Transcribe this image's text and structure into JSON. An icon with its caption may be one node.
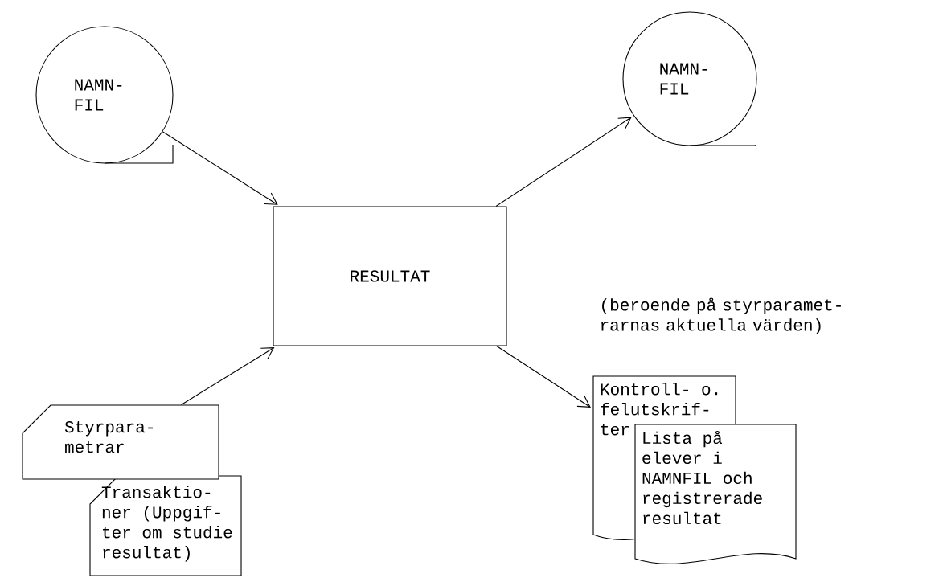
{
  "diagram": {
    "nodes": [
      {
        "text": [
          "NAMN- FIL"
        ]
      },
      {
        "text": [
          "RESULTAT"
        ]
      },
      {
        "text": [
          "NAMN- FIL"
        ]
      },
      {
        "text": [
          "Kontroll- o. felutskrif- ter"
        ]
      },
      {
        "text": [
          "Lista på elever i NAMNFIL och registrerade resultat"
        ]
      },
      {
        "text": [
          "Styrpara- metrar"
        ]
      },
      {
        "text": [
          "Transaktio- ner (Uppgif- ter om studie resultat)"
        ]
      }
    ],
    "edges": [
      {
        "from": 0,
        "to": 1,
        "arrow": "to"
      },
      {
        "from": 5,
        "to": 1,
        "arrow": "to"
      },
      {
        "from": 1,
        "to": 2,
        "arrow": "to"
      },
      {
        "from": 1,
        "to": 3,
        "arrow": "to"
      }
    ],
    "labels": [
      "(beroende på styrparamet- rarnas aktuella värden)"
    ]
  }
}
